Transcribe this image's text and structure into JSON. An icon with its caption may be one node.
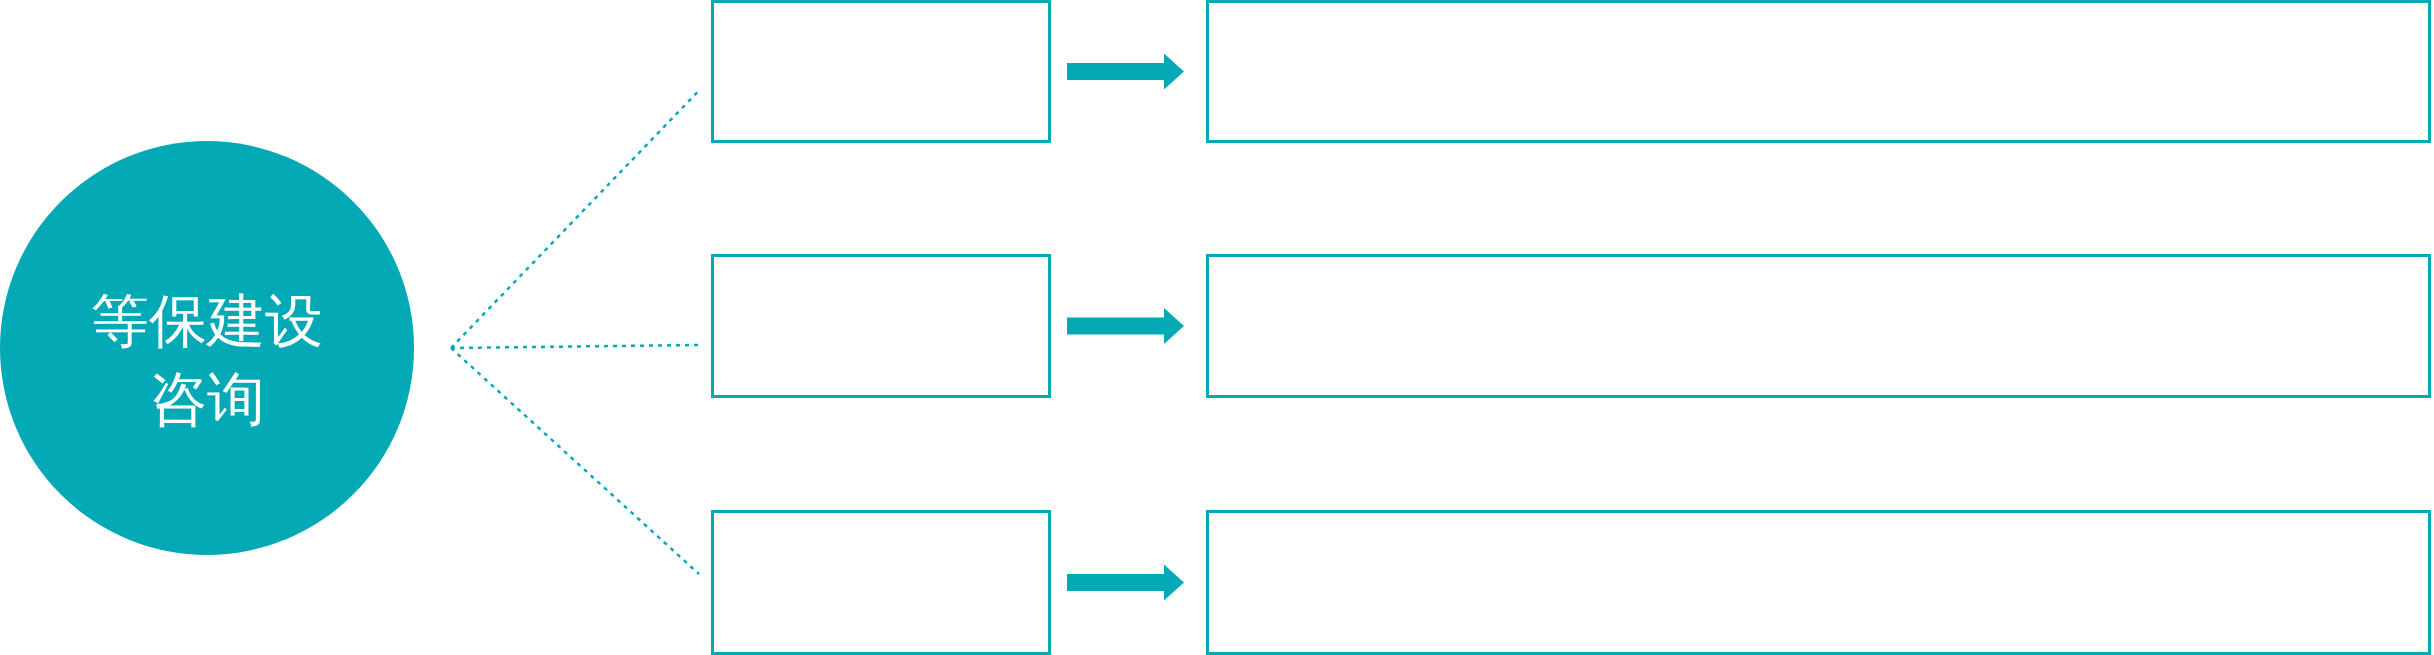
{
  "diagram": {
    "nodes": [
      {
        "text": [
          "等保建设咨询"
        ]
      },
      {
        "text": [],
        "shape": "box"
      },
      {
        "text": [],
        "shape": "box"
      },
      {
        "text": [],
        "shape": "box"
      },
      {
        "text": [],
        "shape": "box"
      },
      {
        "text": [],
        "shape": "box"
      },
      {
        "text": [],
        "shape": "box"
      }
    ],
    "edges": [
      {
        "from": 0,
        "to": 1,
        "arrow": "none",
        "style": "dashed"
      },
      {
        "from": 0,
        "to": 3,
        "arrow": "none",
        "style": "dashed"
      },
      {
        "from": 0,
        "to": 5,
        "arrow": "none",
        "style": "dashed"
      },
      {
        "from": 1,
        "to": 2,
        "arrow": "to",
        "style": "thick"
      },
      {
        "from": 3,
        "to": 4,
        "arrow": "to",
        "style": "thick"
      },
      {
        "from": 5,
        "to": 6,
        "arrow": "to",
        "style": "thick"
      }
    ]
  }
}
